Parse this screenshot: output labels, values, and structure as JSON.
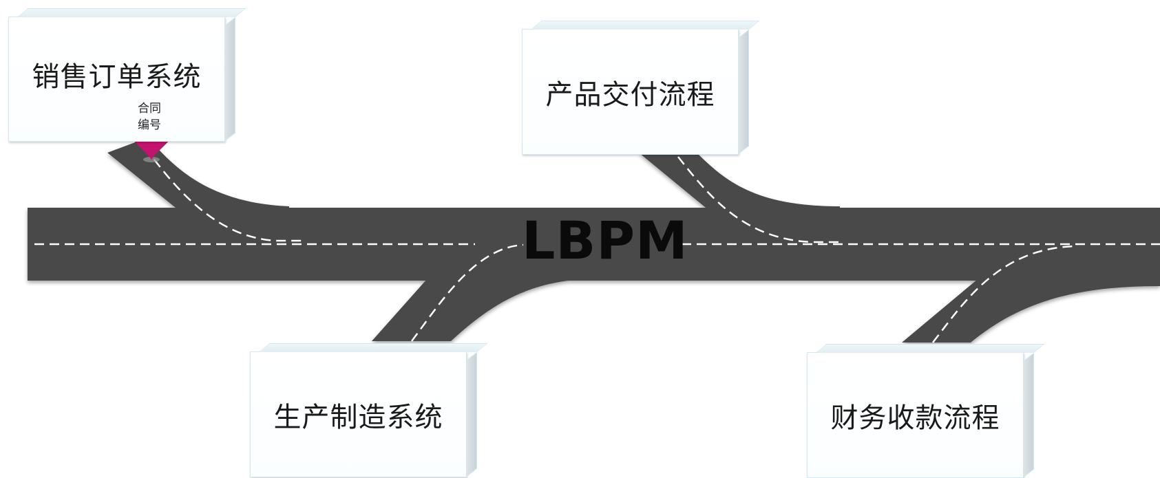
{
  "title": "LBPM",
  "boxes": {
    "sales": "销售订单系统",
    "delivery": "产品交付流程",
    "production": "生产制造系统",
    "finance": "财务收款流程"
  },
  "pin": {
    "line1": "合同",
    "line2": "编号",
    "color": "#c3136e"
  },
  "colors": {
    "road": "#4a4a4a",
    "dash": "#ffffff",
    "box_border": "#cfe9f3"
  }
}
